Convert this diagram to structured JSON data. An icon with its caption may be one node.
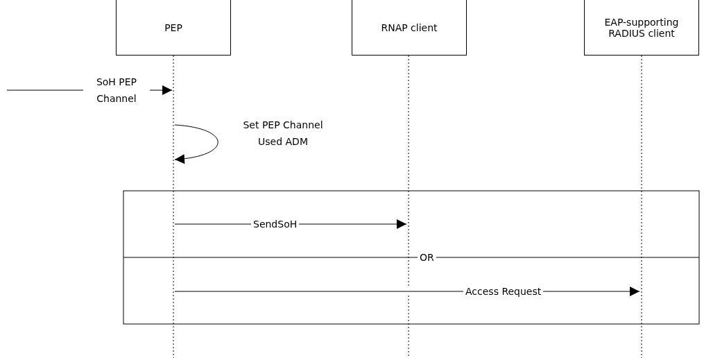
{
  "diagram": {
    "nodes": [
      {
        "text": [
          "PEP"
        ]
      },
      {
        "text": [
          "RNAP client"
        ]
      },
      {
        "text": [
          "EAP-supporting RADIUS client"
        ]
      }
    ],
    "edges": [
      {
        "from": null,
        "to": 0,
        "arrow": "to",
        "label": "SoH PEP Channel"
      },
      {
        "from": 0,
        "to": 0,
        "arrow": "to",
        "label": "Set PEP Channel Used ADM"
      },
      {
        "from": 0,
        "to": 1,
        "arrow": "to",
        "label": "SendSoH"
      },
      {
        "from": 0,
        "to": 2,
        "arrow": "to",
        "label": "Access Request"
      }
    ],
    "labels": [
      "OR"
    ]
  }
}
